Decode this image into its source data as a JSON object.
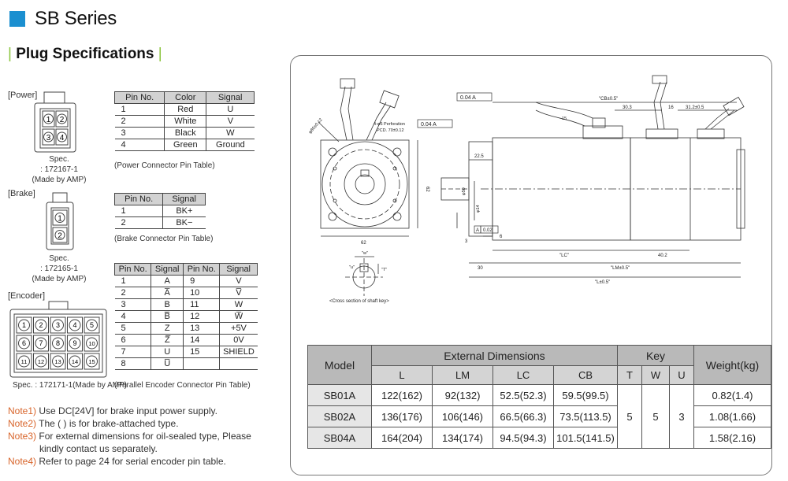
{
  "series_title": "SB Series",
  "section_title": "Plug Specifications",
  "power": {
    "label": "[Power]",
    "pins": [
      "1",
      "2",
      "3",
      "4"
    ],
    "spec_lines": [
      "Spec.",
      ": 172167-1",
      "(Made by AMP)"
    ],
    "headers": [
      "Pin No.",
      "Color",
      "Signal"
    ],
    "rows": [
      [
        "1",
        "Red",
        "U"
      ],
      [
        "2",
        "White",
        "V"
      ],
      [
        "3",
        "Black",
        "W"
      ],
      [
        "4",
        "Green",
        "Ground"
      ]
    ],
    "caption": "(Power Connector Pin Table)"
  },
  "brake": {
    "label": "[Brake]",
    "pins": [
      "1",
      "2"
    ],
    "spec_lines": [
      "Spec.",
      ": 172165-1",
      "(Made by AMP)"
    ],
    "headers": [
      "Pin No.",
      "Signal"
    ],
    "rows": [
      [
        "1",
        "BK+"
      ],
      [
        "2",
        "BK−"
      ]
    ],
    "caption": "(Brake Connector Pin Table)"
  },
  "encoder": {
    "label": "[Encoder]",
    "pins": [
      "1",
      "2",
      "3",
      "4",
      "5",
      "6",
      "7",
      "8",
      "9",
      "10",
      "11",
      "12",
      "13",
      "14",
      "15"
    ],
    "spec_line": "Spec. : 172171-1(Made by AMP)",
    "headers": [
      "Pin No.",
      "Signal",
      "Pin No.",
      "Signal"
    ],
    "rows": [
      [
        "1",
        "A",
        "9",
        "V"
      ],
      [
        "2",
        "A̅",
        "10",
        "V̅"
      ],
      [
        "3",
        "B",
        "11",
        "W"
      ],
      [
        "4",
        "B̅",
        "12",
        "W̅"
      ],
      [
        "5",
        "Z",
        "13",
        "+5V"
      ],
      [
        "6",
        "Z̅",
        "14",
        "0V"
      ],
      [
        "7",
        "U",
        "15",
        "SHIELD"
      ],
      [
        "8",
        "U̅",
        "",
        ""
      ]
    ],
    "caption": "(Parallel Encoder Connector Pin Table)"
  },
  "notes": [
    {
      "label": "Note1)",
      "text": "Use DC[24V] for brake input power supply."
    },
    {
      "label": "Note2)",
      "text": "The (  ) is for brake-attached type."
    },
    {
      "label": "Note3)",
      "text": "For external dimensions for oil-sealed type, Please"
    },
    {
      "label": "",
      "text": "kindly contact us separately."
    },
    {
      "label": "Note4)",
      "text": "Refer to page 24 for serial encoder pin table."
    }
  ],
  "drawing": {
    "labels": {
      "flatness": "0.04 A",
      "perforation": "4-φ6 Perforation",
      "pcd": "PCD. 70±0.12",
      "position": "0.04 A",
      "dim62_v": "62",
      "dim62_h": "62",
      "dia_left": "φ80±0.12",
      "cb": "\"CB±0.5\"",
      "d303": "30.3",
      "d16": "16",
      "d312": "31.2±0.5",
      "d225": "22.5",
      "shaft_dia": "φ14",
      "flange_dia": "φ50",
      "d3": "3",
      "d6": "6",
      "runout": "0.02",
      "datum": "A",
      "lc": "\"LC\"",
      "d402": "40.2",
      "d30": "30",
      "lm": "\"LM±0.5\"",
      "l": "\"L±0.5\"",
      "shaft_w": "\"w\"",
      "shaft_t": "\"T\"",
      "shaft_u": "\"u\"",
      "cross_section": "<Cross section of shaft key>",
      "d15": "15"
    }
  },
  "ext_table": {
    "headers": {
      "model": "Model",
      "ext": "External Dimensions",
      "key": "Key",
      "weight": "Weight(kg)"
    },
    "sub_headers": [
      "L",
      "LM",
      "LC",
      "CB",
      "T",
      "W",
      "U"
    ],
    "rows": [
      {
        "model": "SB01A",
        "L": "122(162)",
        "LM": "92(132)",
        "LC": "52.5(52.3)",
        "CB": "59.5(99.5)",
        "weight": "0.82(1.4)"
      },
      {
        "model": "SB02A",
        "L": "136(176)",
        "LM": "106(146)",
        "LC": "66.5(66.3)",
        "CB": "73.5(113.5)",
        "weight": "1.08(1.66)"
      },
      {
        "model": "SB04A",
        "L": "164(204)",
        "LM": "134(174)",
        "LC": "94.5(94.3)",
        "CB": "101.5(141.5)",
        "weight": "1.58(2.16)"
      }
    ],
    "key": {
      "T": "5",
      "W": "5",
      "U": "3"
    }
  }
}
